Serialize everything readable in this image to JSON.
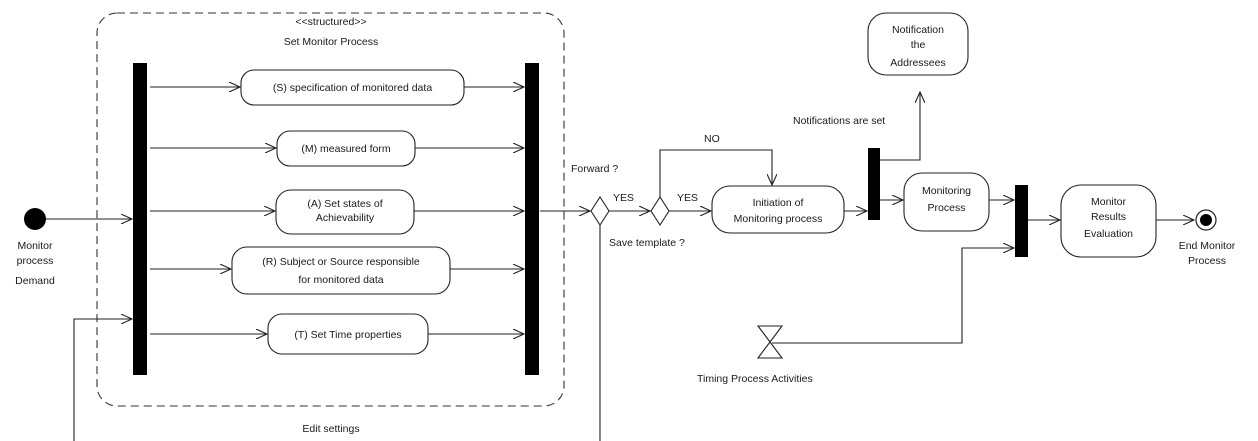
{
  "region": {
    "stereotype": "<<structured>>",
    "title": "Set Monitor Process",
    "footer": "Edit settings"
  },
  "start": {
    "label": [
      "Monitor",
      "process",
      "Demand"
    ]
  },
  "actions": {
    "spec": [
      "(S) specification of monitored data"
    ],
    "measured": [
      "(M) measured form"
    ],
    "states": [
      "(A) Set states of",
      "Achievability"
    ],
    "responsible": [
      "(R) Subject or Source responsible",
      "for monitored data"
    ],
    "time": [
      "(T) Set Time properties"
    ],
    "initiation": [
      "Initiation of",
      "Monitoring process"
    ],
    "monitoring": [
      "Monitoring",
      "Process"
    ],
    "notify": [
      "Notification",
      "the",
      "Addressees"
    ],
    "evaluation": [
      "Monitor",
      "Results",
      "Evaluation"
    ]
  },
  "labels": {
    "forward_q": "Forward ?",
    "yes1": "YES",
    "yes2": "YES",
    "no": "NO",
    "save_q": "Save template ?",
    "notifications": "Notifications are set",
    "timing": "Timing Process Activities"
  },
  "end": {
    "label": [
      "End Monitor",
      "Process"
    ]
  }
}
